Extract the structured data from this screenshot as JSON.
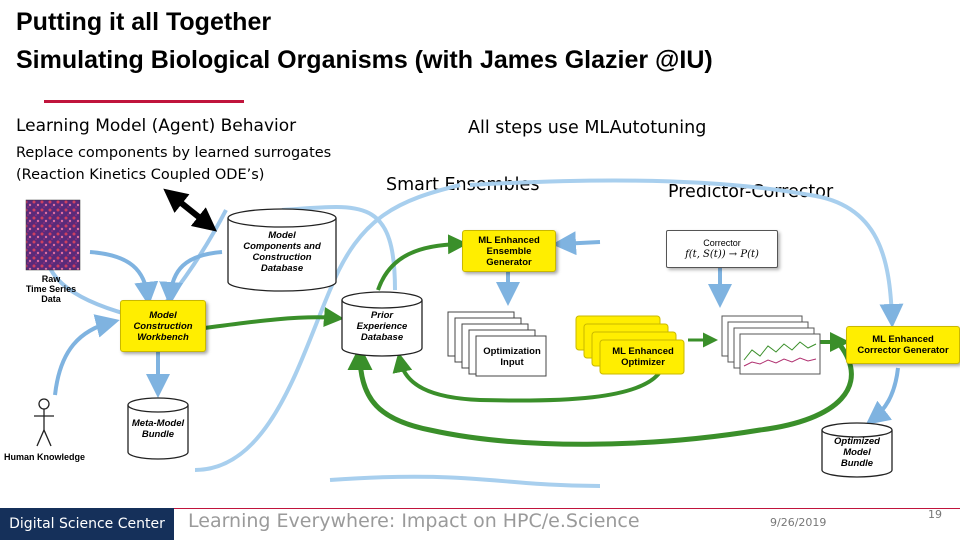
{
  "header": {
    "title_line1": "Putting it all Together",
    "title_line2": "Simulating Biological Organisms (with James Glazier @IU)"
  },
  "left_panel": {
    "heading": "Learning Model (Agent) Behavior",
    "sub_line1": "Replace components by learned surrogates",
    "sub_line2": "(Reaction Kinetics Coupled ODE’s)"
  },
  "labels": {
    "all_steps": "All steps use MLAutotuning",
    "smart_ensembles": "Smart Ensembles",
    "predictor_corrector": "Predictor-Corrector"
  },
  "diagram": {
    "nodes": {
      "model_db_1": "Model",
      "model_db_2": "Components and",
      "model_db_3": "Construction",
      "model_db_4": "Database",
      "raw_1": "Raw",
      "raw_2": "Time Series",
      "raw_3": "Data",
      "workbench_1": "Model",
      "workbench_2": "Construction",
      "workbench_3": "Workbench",
      "prior_1": "Prior",
      "prior_2": "Experience",
      "prior_3": "Database",
      "ensemble_1": "ML Enhanced",
      "ensemble_2": "Ensemble",
      "ensemble_3": "Generator",
      "corrector_title": "Corrector",
      "corrector_formula": "f(t, S(t)) → P(t)",
      "opt_input_1": "Optimization",
      "opt_input_2": "Input",
      "optimizer_1": "ML Enhanced",
      "optimizer_2": "Optimizer",
      "corrector_gen_1": "ML Enhanced",
      "corrector_gen_2": "Corrector Generator",
      "meta_1": "Meta-Model",
      "meta_2": "Bundle",
      "optimized_1": "Optimized",
      "optimized_2": "Model",
      "optimized_3": "Bundle",
      "human": "Human Knowledge"
    }
  },
  "footer": {
    "badge": "Digital Science Center",
    "talk_title": "Learning Everywhere: Impact on HPC/e.Science",
    "date": "9/26/2019",
    "page": "19"
  },
  "colors": {
    "accent": "#c0143c",
    "badge_bg": "#15305a",
    "node_yellow": "#ffee00",
    "arrow_blue": "#7fb3e0",
    "arrow_green": "#3a8f2a"
  }
}
